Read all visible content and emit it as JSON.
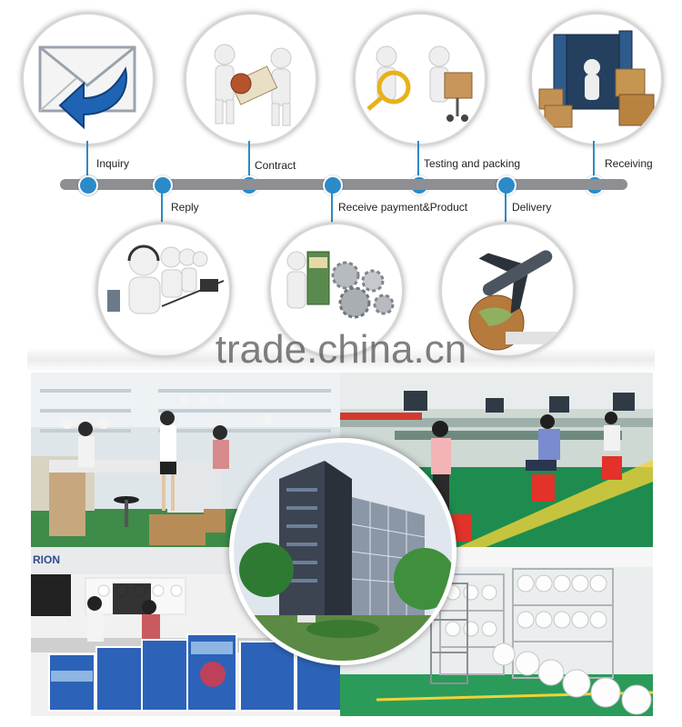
{
  "process": {
    "steps": [
      {
        "label": "Inquiry",
        "icon": "envelope-reply-icon"
      },
      {
        "label": "Reply",
        "icon": "call-center-icon"
      },
      {
        "label": "Contract",
        "icon": "handshake-contract-icon"
      },
      {
        "label": "Receive payment&Product",
        "icon": "payment-gears-icon"
      },
      {
        "label": "Testing and packing",
        "icon": "magnifier-packing-icon"
      },
      {
        "label": "Delivery",
        "icon": "airplane-globe-icon"
      },
      {
        "label": "Receiving",
        "icon": "container-boxes-icon"
      }
    ],
    "accent_color": "#2b8bc9",
    "bar_color": "#8d8f92"
  },
  "watermark": {
    "text": "trade.china.cn"
  },
  "photos": {
    "top_left": "factory-assembly-line-photo",
    "top_right": "factory-workstations-photo",
    "center": "company-building-photo",
    "bottom_left": "showroom-packing-photo",
    "bottom_right": "camera-testing-racks-photo",
    "showroom_sign_fragment": "RION"
  }
}
